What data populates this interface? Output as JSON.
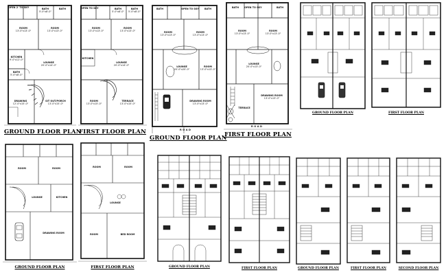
{
  "captions": {
    "p1": "GROUND FLOOR PLAN",
    "p2": "FIRST FLOOR PLAN",
    "p3": "GROUND FLOOR PLAN",
    "p4": "FIRST FLOOR PLAN",
    "p5": "GROUND FLOOR PLAN",
    "p6": "FIRST FLOOR PLAN",
    "p7": "GROUND FLOOR PLAN",
    "p8": "FIRST FLOOR PLAN",
    "p9": "GROUND FLOOR PLAN",
    "p10": "FIRST FLOOR PLAN",
    "p11": "GROUND FLOOR PLAN",
    "p12": "FIRST FLOOR PLAN",
    "p13": "SECOND FLOOR PLAN"
  },
  "tags": {
    "road": "ROAD"
  },
  "rooms": {
    "p1": [
      {
        "name": "OPEN 2' TO SKY",
        "size": ""
      },
      {
        "name": "BATH",
        "size": "5'-0\"x8'-0\""
      },
      {
        "name": "BATH",
        "size": ""
      },
      {
        "name": "ROOM",
        "size": "13'-0\"x13'-0\""
      },
      {
        "name": "ROOM",
        "size": "13'-0\"x13'-0\""
      },
      {
        "name": "KITCHEN",
        "size": "9'-0\"x12'-0\""
      },
      {
        "name": "LOUNGE",
        "size": "20'-0\"x14'-0\""
      },
      {
        "name": "BATH",
        "size": "5'-0\"x8'-0\""
      },
      {
        "name": "DRAWING",
        "size": "12'-0\"x15'-0\""
      },
      {
        "name": "SIT OUT/PORCH",
        "size": "13'-0\"x15'-0\""
      }
    ],
    "p2": [
      {
        "name": "OPEN TO SKY",
        "size": ""
      },
      {
        "name": "BATH",
        "size": "5'-0\"x8'-0\""
      },
      {
        "name": "BATH",
        "size": "5'-0\"x8'-0\""
      },
      {
        "name": "ROOM",
        "size": "13'-0\"x13'-0\""
      },
      {
        "name": "ROOM",
        "size": "13'-0\"x13'-0\""
      },
      {
        "name": "KITCHEN",
        "size": ""
      },
      {
        "name": "LOUNGE",
        "size": "20'-0\"x14'-0\""
      },
      {
        "name": "ROOM",
        "size": "13'-0\"x15'-0\""
      },
      {
        "name": "TERRACE",
        "size": "13'-0\"x15'-0\""
      }
    ],
    "p3": [
      {
        "name": "BATH",
        "size": ""
      },
      {
        "name": "OPEN TO SKY",
        "size": ""
      },
      {
        "name": "BATH",
        "size": ""
      },
      {
        "name": "ROOM",
        "size": "13'-0\"x13'-0\""
      },
      {
        "name": "ROOM",
        "size": "13'-0\"x13'-0\""
      },
      {
        "name": "LOUNGE",
        "size": "20'-0\"x20'-0\""
      },
      {
        "name": "ROOM",
        "size": "13'-0\"x13'-0\""
      },
      {
        "name": "DRAWING ROOM",
        "size": "13'-0\"x13'-0\""
      }
    ],
    "p4": [
      {
        "name": "BATH",
        "size": ""
      },
      {
        "name": "OPEN TO SKY",
        "size": ""
      },
      {
        "name": "BATH",
        "size": ""
      },
      {
        "name": "ROOM",
        "size": "13'-0\"x13'-0\""
      },
      {
        "name": "ROOM",
        "size": "13'-0\"x13'-0\""
      },
      {
        "name": "LOUNGE",
        "size": "20'-0\"x13'-0\""
      },
      {
        "name": "DRAWING ROOM",
        "size": "13'-0\"x13'-0\""
      },
      {
        "name": "TERRACE",
        "size": ""
      }
    ],
    "p7": [
      {
        "name": "ROOM",
        "size": ""
      },
      {
        "name": "ROOM",
        "size": ""
      },
      {
        "name": "LOUNGE",
        "size": ""
      },
      {
        "name": "KITCHEN",
        "size": ""
      },
      {
        "name": "DRAWING ROOM",
        "size": ""
      }
    ],
    "p8": [
      {
        "name": "ROOM",
        "size": ""
      },
      {
        "name": "ROOM",
        "size": ""
      },
      {
        "name": "LOUNGE",
        "size": ""
      },
      {
        "name": "ROOM",
        "size": ""
      },
      {
        "name": "BED ROOM",
        "size": ""
      }
    ]
  }
}
